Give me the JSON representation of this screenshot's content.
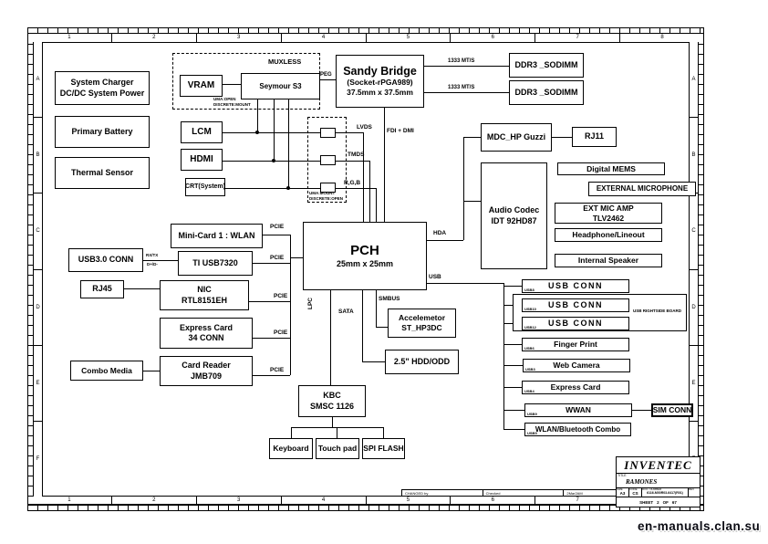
{
  "watermark": "en-manuals.clan.su",
  "frame": {
    "cols": [
      "1",
      "2",
      "3",
      "4",
      "5",
      "6",
      "7",
      "8"
    ],
    "rows": [
      "A",
      "B",
      "C",
      "D",
      "E",
      "F"
    ]
  },
  "blocks": {
    "sys_charger": {
      "l1": "System Charger",
      "l2": "DC/DC System Power"
    },
    "primary_battery": "Primary Battery",
    "thermal_sensor": "Thermal Sensor",
    "vram": "VRAM",
    "seymour": "Seymour S3",
    "sandy": {
      "l1": "Sandy Bridge",
      "l2": "(Socket-rPGA989)",
      "l3": "37.5mm x 37.5mm"
    },
    "ddr3_a": "DDR3 _SODIMM",
    "ddr3_b": "DDR3 _SODIMM",
    "lcm": "LCM",
    "hdmi": "HDMI",
    "crt": "CRT(System)",
    "mdc": "MDC_HP Guzzi",
    "rj11": "RJ11",
    "codec": {
      "l1": "Audio Codec",
      "l2": "IDT 92HD87"
    },
    "digital_mems": "Digital MEMS",
    "external_mic": "EXTERNAL MICROPHONE",
    "ext_mic_amp": {
      "l1": "EXT MIC AMP",
      "l2": "TLV2462"
    },
    "headphone": "Headphone/Lineout",
    "internal_speaker": "Internal Speaker",
    "mini_card": "Mini-Card 1 : WLAN",
    "usb3_conn": "USB3.0 CONN",
    "ti_usb": "TI USB7320",
    "rj45": "RJ45",
    "nic": {
      "l1": "NIC",
      "l2": "RTL8151EH"
    },
    "express_card_34": {
      "l1": "Express Card",
      "l2": "34 CONN"
    },
    "combo_media": "Combo Media",
    "card_reader": {
      "l1": "Card Reader",
      "l2": "JMB709"
    },
    "pch": {
      "l1": "PCH",
      "l2": "25mm x 25mm"
    },
    "accelerometer": {
      "l1": "Accelemetor",
      "l2": "ST_HP3DC"
    },
    "hdd": "2.5\" HDD/ODD",
    "kbc": {
      "l1": "KBC",
      "l2": "SMSC 1126"
    },
    "keyboard": "Keyboard",
    "touchpad": "Touch pad",
    "spi_flash": "SPI FLASH",
    "usb_conn_1": "USB CONN",
    "usb_conn_2": "USB CONN",
    "usb_conn_3": "USB CONN",
    "finger_print": "Finger Print",
    "web_camera": "Web Camera",
    "express_card": "Express Card",
    "wwan": "WWAN",
    "sim_conn": "SIM CONN",
    "wlan_bt": "WLAN/Bluetooth Combo"
  },
  "ports": {
    "p1": "USB8",
    "p2": "USB10",
    "p3": "USB12",
    "p4": "USB6",
    "p5": "USB3",
    "p6": "USB4",
    "p7": "USB9",
    "p8": "USB5"
  },
  "buses": {
    "peg": "PEG",
    "mts_a": "1333 MT/S",
    "mts_b": "1333 MT/S",
    "fdi": "FDI + DMI",
    "lvds": "LVDS",
    "tmds": "TMDS",
    "rgb": "R,G,B",
    "hda": "HDA",
    "usb": "USB",
    "smbus": "SMBUS",
    "sata": "SATA",
    "lpc": "LPC",
    "pcie_a": "PCIE",
    "pcie_b": "PCIE",
    "pcie_c": "PCIE",
    "pcie_d": "PCIE",
    "pcie_e": "PCIE",
    "rxtx": "RX/TX",
    "dpdm": "D+/D-"
  },
  "notes": {
    "muxless": "MUXLESS",
    "uma1a": "UMA:OPEN",
    "uma1b": "DISCRETE:MOUNT",
    "uma2a": "UMA:MOUNT",
    "uma2b": "DISCRETE:OPEN",
    "usb_rightside": "USB RIGHTSIDE BOARD"
  },
  "title_block": {
    "company": "INVENTEC",
    "title_label": "TITLE",
    "title": "RAMONES",
    "size_label": "SIZE",
    "size": "A3",
    "code_label": "CODE",
    "code": "CS",
    "doc_label": "DOC. NUMBER",
    "doc": "6116-M00R03-6417(R01)",
    "rev_label": "REV",
    "rev": "",
    "sheet_label": "SHEET",
    "sheet": "2",
    "of_label": "OF",
    "total": "67"
  },
  "footer": {
    "changed": "CHANGED by",
    "checked": "Checked",
    "date": "2Mar2AM"
  }
}
